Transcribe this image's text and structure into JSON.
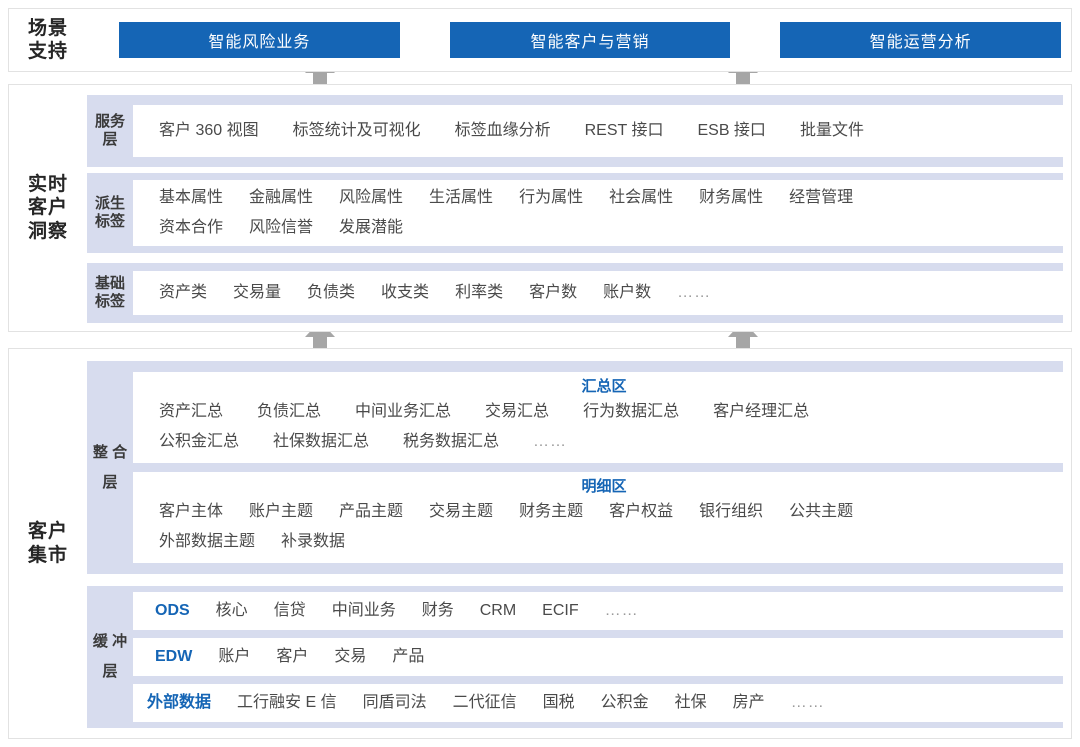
{
  "colors": {
    "accent_blue": "#1565b5",
    "band_lavender": "#d7dcee",
    "panel_border": "#e2e2e2",
    "arrow_gray": "#a6a6a6",
    "text_dark": "#404040"
  },
  "scene": {
    "group_label_line1": "场景",
    "group_label_line2": "支持",
    "buttons": [
      {
        "label": "智能风险业务"
      },
      {
        "label": "智能客户与营销"
      },
      {
        "label": "智能运营分析"
      }
    ]
  },
  "insight": {
    "group_label_line1": "实时",
    "group_label_line2": "客户",
    "group_label_line3": "洞察",
    "layers": [
      {
        "label_line1": "服务",
        "label_line2": "层",
        "rows": [
          {
            "items": [
              "客户 360 视图",
              "标签统计及可视化",
              "标签血缘分析",
              "REST 接口",
              "ESB 接口",
              "批量文件"
            ]
          }
        ]
      },
      {
        "label_line1": "派生",
        "label_line2": "标签",
        "rows": [
          {
            "items": [
              "基本属性",
              "金融属性",
              "风险属性",
              "生活属性",
              "行为属性",
              "社会属性",
              "财务属性",
              "经营管理"
            ]
          },
          {
            "items": [
              "资本合作",
              "风险信誉",
              "发展潜能"
            ]
          }
        ]
      },
      {
        "label_line1": "基础",
        "label_line2": "标签",
        "rows": [
          {
            "items": [
              "资产类",
              "交易量",
              "负债类",
              "收支类",
              "利率类",
              "客户数",
              "账户数",
              "……"
            ]
          }
        ]
      }
    ]
  },
  "mart": {
    "group_label_line1": "客户",
    "group_label_line2": "集市",
    "integration": {
      "label_chars": [
        "整",
        "合",
        "层"
      ],
      "zones": [
        {
          "title": "汇总区",
          "rows": [
            {
              "items": [
                "资产汇总",
                "负债汇总",
                "中间业务汇总",
                "交易汇总",
                "行为数据汇总",
                "客户经理汇总"
              ]
            },
            {
              "items": [
                "公积金汇总",
                "社保数据汇总",
                "税务数据汇总",
                "……"
              ]
            }
          ]
        },
        {
          "title": "明细区",
          "rows": [
            {
              "items": [
                "客户主体",
                "账户主题",
                "产品主题",
                "交易主题",
                "财务主题",
                "客户权益",
                "银行组织",
                "公共主题"
              ]
            },
            {
              "items": [
                "外部数据主题",
                "补录数据"
              ]
            }
          ]
        }
      ]
    },
    "buffer": {
      "label_chars": [
        "缓",
        "冲",
        "层"
      ],
      "rows": [
        {
          "head": "ODS",
          "items": [
            "核心",
            "信贷",
            "中间业务",
            "财务",
            "CRM",
            "ECIF",
            "……"
          ]
        },
        {
          "head": "EDW",
          "items": [
            "账户",
            "客户",
            "交易",
            "产品"
          ]
        },
        {
          "head": "外部数据",
          "items": [
            "工行融安 E 信",
            "同盾司法",
            "二代征信",
            "国税",
            "公积金",
            "社保",
            "房产",
            "……"
          ]
        }
      ]
    }
  },
  "arrows": {
    "count": 6,
    "direction": "up",
    "label": "flow-up"
  }
}
